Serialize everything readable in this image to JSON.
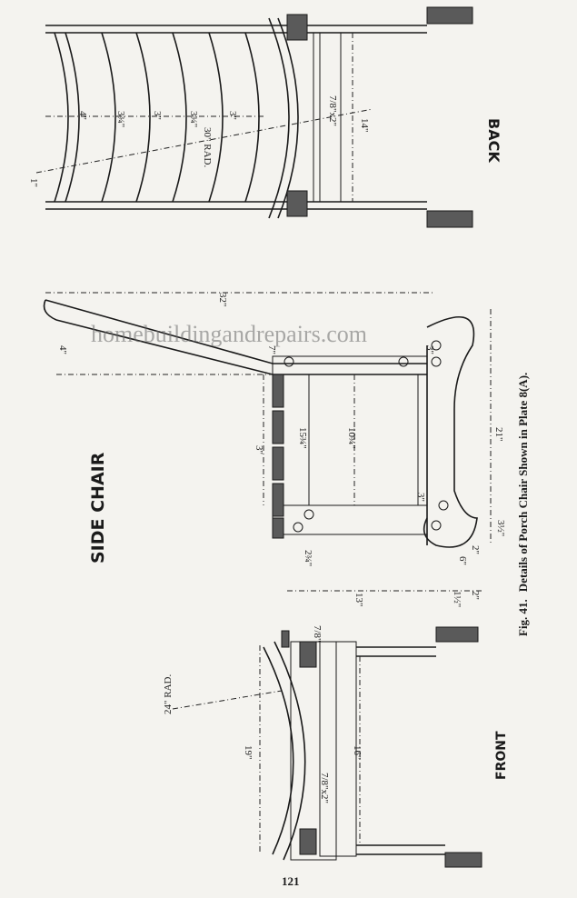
{
  "labels": {
    "side_chair": "SIDE CHAIR",
    "back": "BACK",
    "front": "FRONT"
  },
  "caption": {
    "fig": "Fig. 41.",
    "text": "Details of Porch Chair Shown in Plate 8(A)."
  },
  "page_number": "121",
  "watermark": "homebuildingandrepairs.com",
  "dimensions": {
    "back": {
      "rad_30": "30\" RAD.",
      "section": "7/8\"x2\"",
      "height_14": "14\"",
      "w4": "4\"",
      "w3q1": "3¾\"",
      "w3a": "3\"",
      "w3q2": "3¾\"",
      "w3b": "3\"",
      "one": "1\""
    },
    "side": {
      "d32": "32\"",
      "d4": "4\"",
      "d3": "3\"",
      "d15": "15¾\"",
      "d10": "10¾\"",
      "d21": "21\"",
      "d3a": "3\"",
      "d3b": "3\"",
      "d13": "13\"",
      "d3half": "3½\"",
      "d2q": "2¾\"",
      "d2": "2\"",
      "d1half": "1½\"",
      "d2b": "2\"",
      "d7": "7\"",
      "d6": "6\""
    },
    "front": {
      "rad_24": "24\" RAD.",
      "d19": "19\"",
      "d16": "16\"",
      "section": "7/8\"x2\"",
      "d78": "7/8\""
    }
  }
}
